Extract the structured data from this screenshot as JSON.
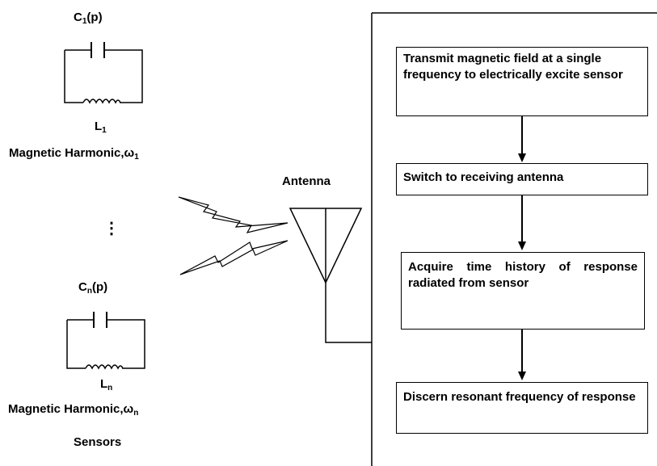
{
  "sensors": {
    "sensor_1": {
      "capacitor_label": "C",
      "capacitor_sub": "1",
      "capacitor_arg": "(p)",
      "inductor_label": "L",
      "inductor_sub": "1",
      "harmonic_label": "Magnetic Harmonic,",
      "harmonic_symbol": "ω",
      "harmonic_sub": "1"
    },
    "ellipsis": "⋮",
    "sensor_n": {
      "capacitor_label": "C",
      "capacitor_sub": "n",
      "capacitor_arg": "(p)",
      "inductor_label": "L",
      "inductor_sub": "n",
      "harmonic_label": "Magnetic Harmonic,",
      "harmonic_symbol": "ω",
      "harmonic_sub": "n"
    },
    "caption": "Sensors"
  },
  "antenna": {
    "label": "Antenna"
  },
  "flow": {
    "step1": "Transmit magnetic field at a single frequency to electrically excite sensor",
    "step2": "Switch to receiving antenna",
    "step3": "Acquire time history of response radiated from sensor",
    "step4": "Discern resonant frequency of response"
  }
}
